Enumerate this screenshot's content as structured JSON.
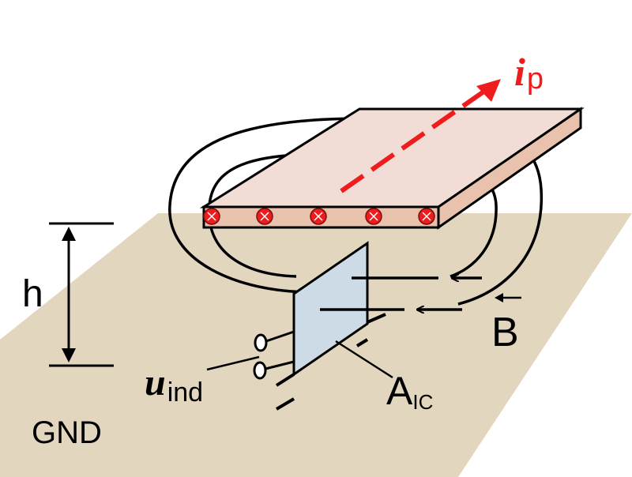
{
  "labels": {
    "current_main": "i",
    "current_sub": "p",
    "height": "h",
    "field_vector": "B",
    "voltage_main": "u",
    "voltage_sub": "ind",
    "area_main": "A",
    "area_sub": "IC",
    "ground": "GND"
  },
  "colors": {
    "ground_plane": "#e3d6bf",
    "conductor_top": "#f1dcd6",
    "conductor_front": "#e9c2ad",
    "current_arrow": "#ee1c1c",
    "ic_plate": "#ccdbe6",
    "field_lines": "#000000"
  }
}
